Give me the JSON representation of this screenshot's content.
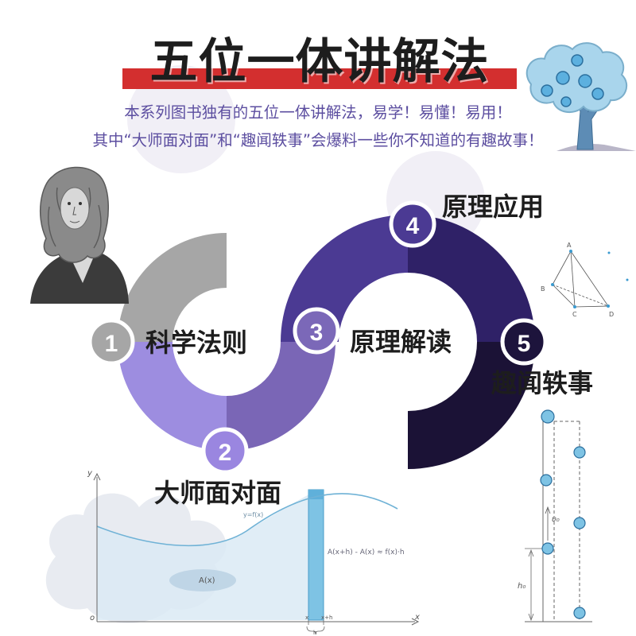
{
  "header": {
    "title": "五位一体讲解法",
    "subtitle_line1": "本系列图书独有的五位一体讲解法，易学！易懂！易用！",
    "subtitle_line2": "其中“大师面对面”和“趣闻轶事”会爆料一些你不知道的有趣故事！"
  },
  "steps": [
    {
      "num": "1",
      "label": "科学法则",
      "color": "#a6a6a6"
    },
    {
      "num": "2",
      "label": "大师面对面",
      "color": "#8f7bd6"
    },
    {
      "num": "3",
      "label": "原理解读",
      "color": "#7b68b8"
    },
    {
      "num": "4",
      "label": "原理应用",
      "color": "#4b3a93"
    },
    {
      "num": "5",
      "label": "趣闻轶事",
      "color": "#241848"
    }
  ],
  "geometry_figure": {
    "points": [
      "A",
      "B",
      "C",
      "D"
    ]
  },
  "calculus_figure": {
    "axis_y": "y",
    "axis_x": "x",
    "origin": "o",
    "curve_label": "y=f(x)",
    "area_label": "A(x)",
    "formula": "A(x+h) - A(x) ≈ f(x)·h",
    "tick_x": "x",
    "tick_xh": "x+h",
    "brace_label": "h"
  },
  "motion_figure": {
    "velocity_label": "υ₀",
    "height_label": "h₀"
  },
  "colors": {
    "title_bar": "#d32f2f",
    "subtitle": "#5c4ea0",
    "ring_gray": "#a6a6a6",
    "ring_light_purple": "#9d8de0",
    "ring_mid_purple": "#7a66b6",
    "ring_purple": "#4b3a93",
    "ring_dark_purple": "#2a1d5a",
    "ring_darkest": "#1b1236"
  }
}
